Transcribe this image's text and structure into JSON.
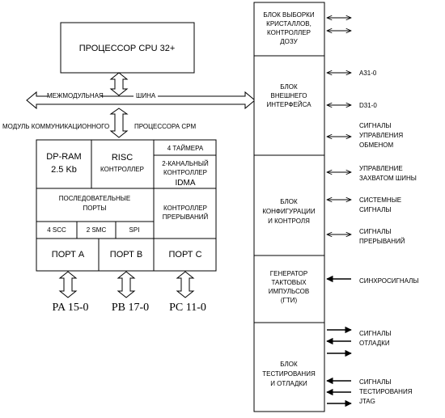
{
  "cpu": {
    "label": "ПРОЦЕССОР CPU  32+"
  },
  "bus": {
    "left_label": "МЕЖМОДУЛЬНАЯ",
    "right_label": "ШИНА",
    "cpm_left": "МОДУЛЬ КОММУНИКАЦИОННОГО",
    "cpm_right": "ПРОЦЕССОРА CPM"
  },
  "cpm": {
    "dpram": [
      "DP-RAM",
      "2.5 Kb"
    ],
    "risc": [
      "RISC",
      "КОНТРОЛЛЕР"
    ],
    "timers": "4 ТАЙМЕРА",
    "idma": [
      "2-КАНАЛЬНЫЙ",
      "КОНТРОЛЛЕР",
      "IDMA"
    ],
    "serial": [
      "ПОСЛЕДОВАТЕЛЬНЫЕ",
      "ПОРТЫ"
    ],
    "interrupts": [
      "КОНТРОЛЛЕР",
      "ПРЕРЫВАНИЙ"
    ],
    "scc": "4 SCC",
    "smc": "2 SMC",
    "spi": "SPI",
    "port_a": "ПОРТ А",
    "port_b": "ПОРТ В",
    "port_c": "ПОРТ С",
    "pa": "PA 15-0",
    "pb": "PB 17-0",
    "pc": "PC 11-0"
  },
  "right": {
    "chip_select": [
      "БЛОК ВЫБОРКИ",
      "КРИСТАЛЛОВ,",
      "КОНТРОЛЛЕР",
      "ДОЗУ"
    ],
    "ext_if": [
      "БЛОК",
      "ВНЕШНЕГО",
      "ИНТЕРФЕЙСА"
    ],
    "config": [
      "БЛОК",
      "КОНФИГУРАЦИИ",
      "И  КОНТРОЛЯ"
    ],
    "clock": [
      "ГЕНЕРАТОР",
      "ТАКТОВЫХ",
      "ИМПУЛЬСОВ",
      "(ГТИ)"
    ],
    "test": [
      "БЛОК",
      "ТЕСТИРОВАНИЯ",
      "И ОТЛАДКИ"
    ]
  },
  "signals": {
    "a": "A31-0",
    "d": "D31-0",
    "exchange": [
      "СИГНАЛЫ",
      "УПРАВЛЕНИЯ",
      "ОБМЕНОМ"
    ],
    "bus_ctrl": [
      "УПРАВЛЕНИЕ",
      "ЗАХВАТОМ ШИНЫ"
    ],
    "system": [
      "СИСТЕМНЫЕ",
      "СИГНАЛЫ"
    ],
    "irq": [
      "СИГНАЛЫ",
      "ПРЕРЫВАНИЙ"
    ],
    "sync": "СИНХРОСИГНАЛЫ",
    "debug": [
      "СИГНАЛЫ",
      "ОТЛАДКИ"
    ],
    "jtag": [
      "СИГНАЛЫ",
      "ТЕСТИРОВАНИЯ",
      "JTAG"
    ]
  }
}
